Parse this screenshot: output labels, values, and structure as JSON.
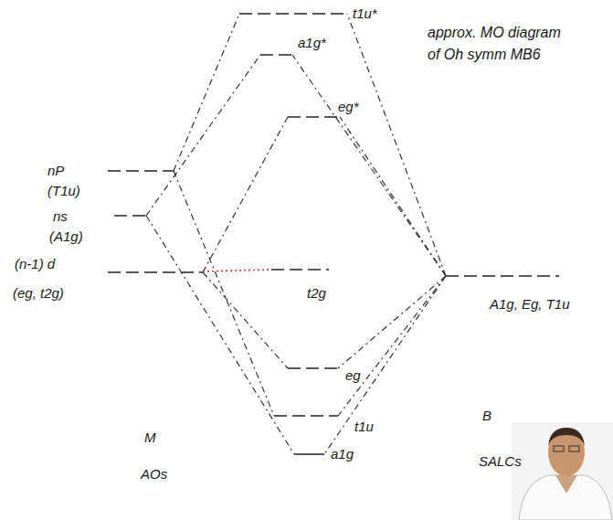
{
  "diagram": {
    "title": "approx. MO diagram of Oh symm MB6",
    "labels": [
      "t1u*",
      "a1g*",
      "eg*",
      "nP",
      "(T1u)",
      "ns",
      "(A1g)",
      "(n-1) d",
      "(eg, t2g)",
      "t2g",
      "A1g, Eg, T1u",
      "eg",
      "t1u",
      "a1g",
      "M",
      "AOs",
      "B",
      "SALCs"
    ]
  }
}
